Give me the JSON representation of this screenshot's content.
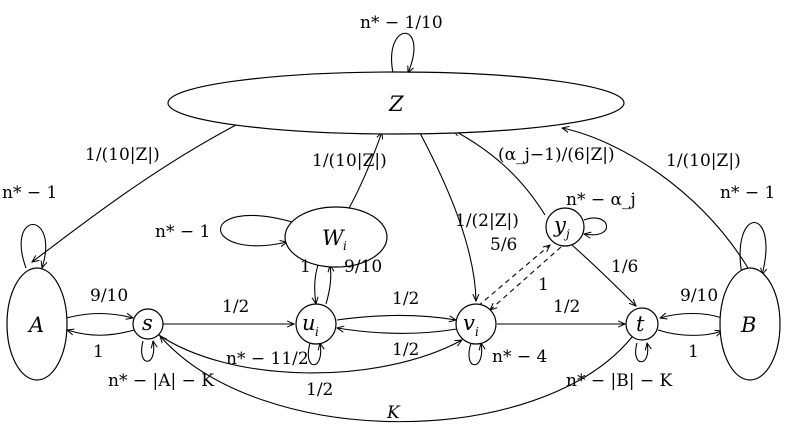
{
  "nodes": {
    "Z": {
      "label": "Z"
    },
    "A": {
      "label": "A"
    },
    "B": {
      "label": "B"
    },
    "W": {
      "label": "W",
      "sub": "i"
    },
    "y": {
      "label": "y",
      "sub": "j"
    },
    "s": {
      "label": "s"
    },
    "u": {
      "label": "u",
      "sub": "i"
    },
    "v": {
      "label": "v",
      "sub": "i"
    },
    "t": {
      "label": "t"
    }
  },
  "edge_labels": {
    "z_self": "n* − 1/10",
    "z_to_a": "1/(10|Z|)",
    "w_to_z": "1/(10|Z|)",
    "z_to_v": "1/(2|Z|)",
    "y_to_z": "(α_j−1)/(6|Z|)",
    "b_to_z": "1/(10|Z|)",
    "a_self": "n* − 1",
    "b_self": "n* − 1",
    "w_self": "n* − 1",
    "y_self": "n* − α_j",
    "a_to_s": "9/10",
    "s_to_a": "1",
    "b_to_t": "9/10",
    "t_to_b": "1",
    "s_to_u": "1/2",
    "u_to_v": "1/2",
    "v_to_t": "1/2",
    "s_to_v": "1/2",
    "t_to_s": "1/2",
    "w_to_u": "1",
    "u_to_w": "9/10",
    "v_to_y": "5/6",
    "y_to_v": "1",
    "y_to_t": "1/6",
    "s_self": "n* − |A| − K",
    "u_self": "n* − 11/2",
    "v_self": "n* − 4",
    "t_self": "n* − |B| − K",
    "k_label": "K"
  }
}
